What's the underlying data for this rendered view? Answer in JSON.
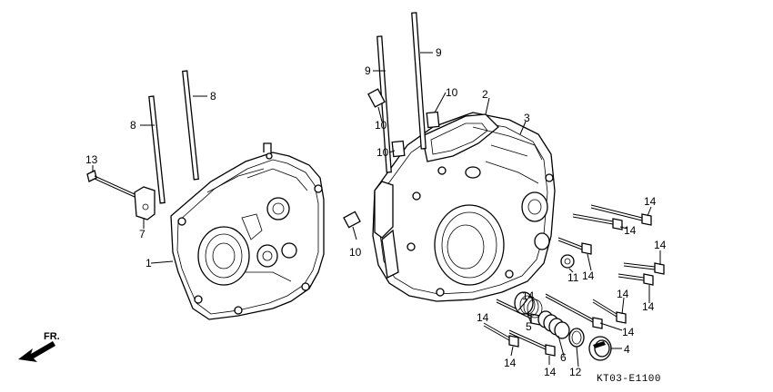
{
  "diagram": {
    "code": "KT03-E1100",
    "direction_label": "FR.",
    "callouts": [
      {
        "id": "c1",
        "text": "1"
      },
      {
        "id": "c2",
        "text": "2"
      },
      {
        "id": "c3",
        "text": "3"
      },
      {
        "id": "c4",
        "text": "4"
      },
      {
        "id": "c5",
        "text": "5"
      },
      {
        "id": "c6",
        "text": "6"
      },
      {
        "id": "c7",
        "text": "7"
      },
      {
        "id": "c8a",
        "text": "8"
      },
      {
        "id": "c8b",
        "text": "8"
      },
      {
        "id": "c9a",
        "text": "9"
      },
      {
        "id": "c9b",
        "text": "9"
      },
      {
        "id": "c10a",
        "text": "10"
      },
      {
        "id": "c10b",
        "text": "10"
      },
      {
        "id": "c10c",
        "text": "10"
      },
      {
        "id": "c10d",
        "text": "10"
      },
      {
        "id": "c11",
        "text": "11"
      },
      {
        "id": "c12",
        "text": "12"
      },
      {
        "id": "c13",
        "text": "13"
      },
      {
        "id": "c14a",
        "text": "14"
      },
      {
        "id": "c14b",
        "text": "14"
      },
      {
        "id": "c14c",
        "text": "14"
      },
      {
        "id": "c14d",
        "text": "14"
      },
      {
        "id": "c14e",
        "text": "14"
      },
      {
        "id": "c14f",
        "text": "14"
      },
      {
        "id": "c14g",
        "text": "14"
      },
      {
        "id": "c14h",
        "text": "14"
      },
      {
        "id": "c14i",
        "text": "14"
      },
      {
        "id": "c14j",
        "text": "14"
      },
      {
        "id": "c14k",
        "text": "14"
      }
    ]
  }
}
